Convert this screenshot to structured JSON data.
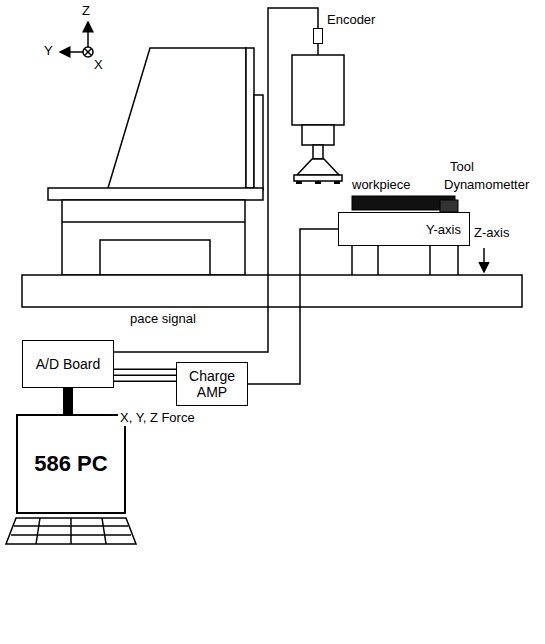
{
  "diagram": {
    "nodes": [
      {
        "text": [
          "Encoder"
        ]
      },
      {
        "text": [
          "Y-axis"
        ]
      },
      {
        "text": [
          "A/D Board"
        ]
      },
      {
        "text": [
          "Charge AMP"
        ]
      },
      {
        "text": [
          "586 PC"
        ]
      }
    ],
    "edges": [
      {
        "from": 0,
        "to": 2,
        "label": "pace signal",
        "arrow": "none"
      },
      {
        "from": 1,
        "to": 3,
        "arrow": "none"
      },
      {
        "from": 3,
        "to": 2,
        "label": "X, Y, Z Force",
        "arrow": "none"
      },
      {
        "from": 2,
        "to": 4,
        "arrow": "none"
      }
    ],
    "labels": [
      "Z",
      "Y",
      "X",
      "workpiece",
      "Tool",
      "Dynamometter",
      "Z-axis"
    ]
  }
}
